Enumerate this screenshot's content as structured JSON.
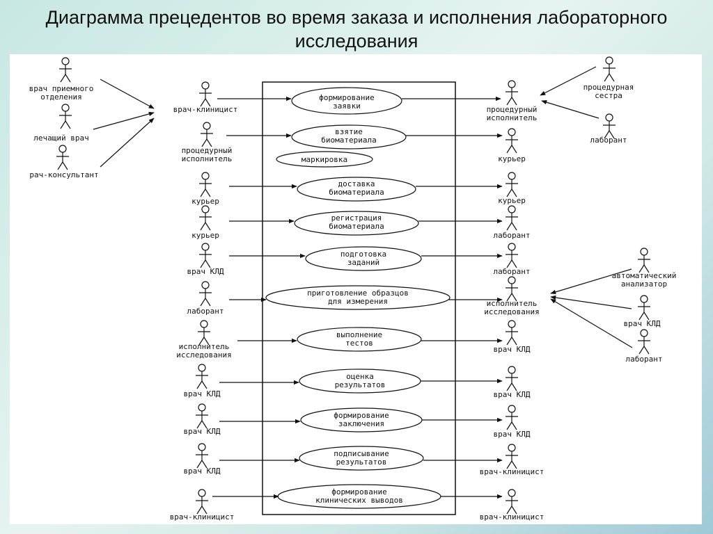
{
  "slide": {
    "title_line1": "Диаграмма прецедентов во время заказа и исполнения лабораторного",
    "title_line2": "исследования"
  },
  "diagram": {
    "left_outer_actors": [
      {
        "label": [
          "врач приемного",
          "отделения"
        ]
      },
      {
        "label": [
          "лечащий врач"
        ]
      },
      {
        "label": [
          "рач-консультант"
        ]
      }
    ],
    "left_actors": [
      {
        "label": [
          "врач-клиницист"
        ]
      },
      {
        "label": [
          "процедурный",
          "исполнитель"
        ]
      },
      {
        "label": [
          "курьер"
        ]
      },
      {
        "label": [
          "курьер"
        ]
      },
      {
        "label": [
          "врач КЛД"
        ]
      },
      {
        "label": [
          "лаборант"
        ]
      },
      {
        "label": [
          "исполнитель",
          "исследования"
        ]
      },
      {
        "label": [
          "врач КЛД"
        ]
      },
      {
        "label": [
          "врач КЛД"
        ]
      },
      {
        "label": [
          "врач КЛД"
        ]
      },
      {
        "label": [
          "врач-клиницист"
        ]
      }
    ],
    "use_cases": [
      {
        "label": [
          "формирование",
          "заявки"
        ]
      },
      {
        "label": [
          "взятие",
          "биоматериала"
        ]
      },
      {
        "label": [
          "маркировка"
        ]
      },
      {
        "label": [
          "доставка",
          "биоматериала"
        ]
      },
      {
        "label": [
          "регистрация",
          "биоматериала"
        ]
      },
      {
        "label": [
          "подготовка",
          "заданий"
        ]
      },
      {
        "label": [
          "приготовление образцов",
          "для измерения"
        ]
      },
      {
        "label": [
          "выполнение",
          "тестов"
        ]
      },
      {
        "label": [
          "оценка",
          "результатов"
        ]
      },
      {
        "label": [
          "формирование",
          "заключения"
        ]
      },
      {
        "label": [
          "подписывание",
          "результатов"
        ]
      },
      {
        "label": [
          "формирование",
          "клинических выводов"
        ]
      }
    ],
    "right_actors": [
      {
        "label": [
          "процедурный",
          "исполнитель"
        ]
      },
      {
        "label": [
          "курьер"
        ]
      },
      {
        "label": [
          "курьер"
        ]
      },
      {
        "label": [
          "лаборант"
        ]
      },
      {
        "label": [
          "лаборант"
        ]
      },
      {
        "label": [
          "исполнитель",
          "исследования"
        ]
      },
      {
        "label": [
          "врач КЛД"
        ]
      },
      {
        "label": [
          "врач КЛД"
        ]
      },
      {
        "label": [
          "врач КЛД"
        ]
      },
      {
        "label": [
          "врач-клиницист"
        ]
      },
      {
        "label": [
          "врач-клиницист"
        ]
      }
    ],
    "right_outer_actors": [
      {
        "label": [
          "процедурная",
          "сестра"
        ]
      },
      {
        "label": [
          "лаборант"
        ]
      },
      {
        "label": [
          "автоматический",
          "анализатор"
        ]
      },
      {
        "label": [
          "врач КЛД"
        ]
      },
      {
        "label": [
          "лаборант"
        ]
      }
    ]
  }
}
